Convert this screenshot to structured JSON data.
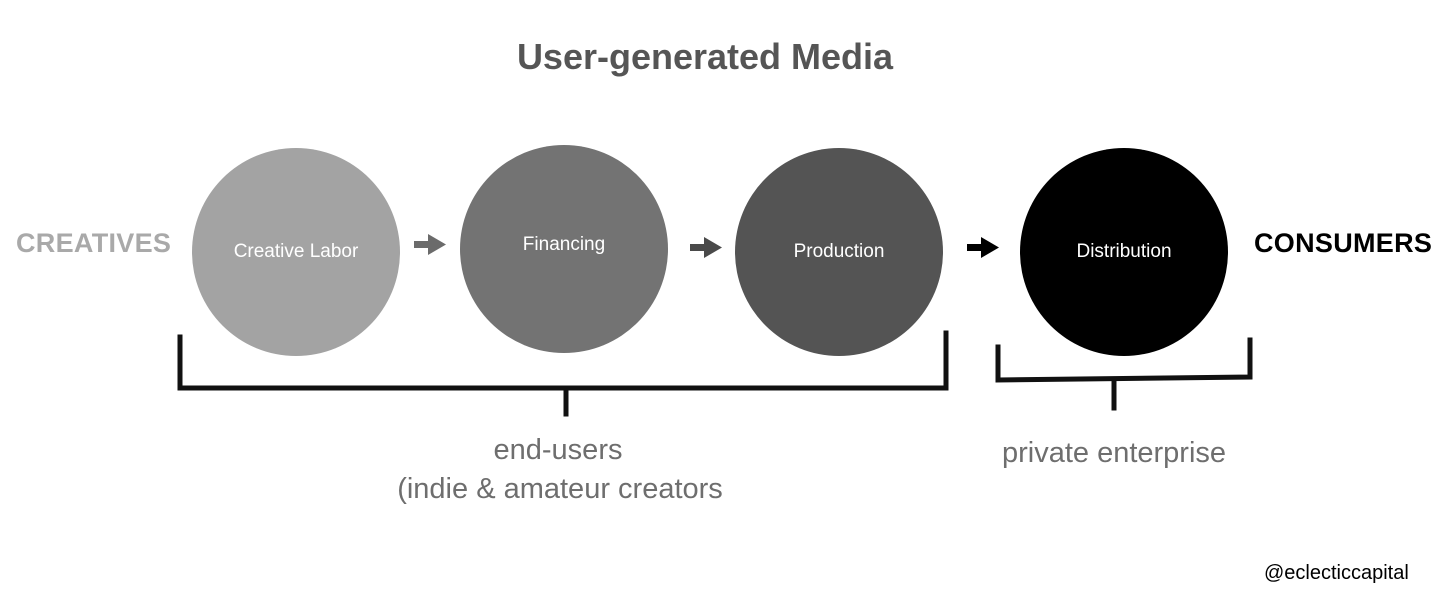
{
  "title": "User-generated Media",
  "left_label": "CREATIVES",
  "right_label": "CONSUMERS",
  "stages": [
    {
      "label": "Creative Labor",
      "color": "#a3a3a3"
    },
    {
      "label": "Financing",
      "color": "#737373"
    },
    {
      "label": "Production",
      "color": "#545454"
    },
    {
      "label": "Distribution",
      "color": "#000000"
    }
  ],
  "arrow_colors": [
    "#6b6b6b",
    "#4a4a4a",
    "#000000"
  ],
  "groups": {
    "end_users": {
      "line1": "end-users",
      "line2": "(indie & amateur creators"
    },
    "private": {
      "line1": "private enterprise"
    }
  },
  "handle": "@eclecticcapital"
}
